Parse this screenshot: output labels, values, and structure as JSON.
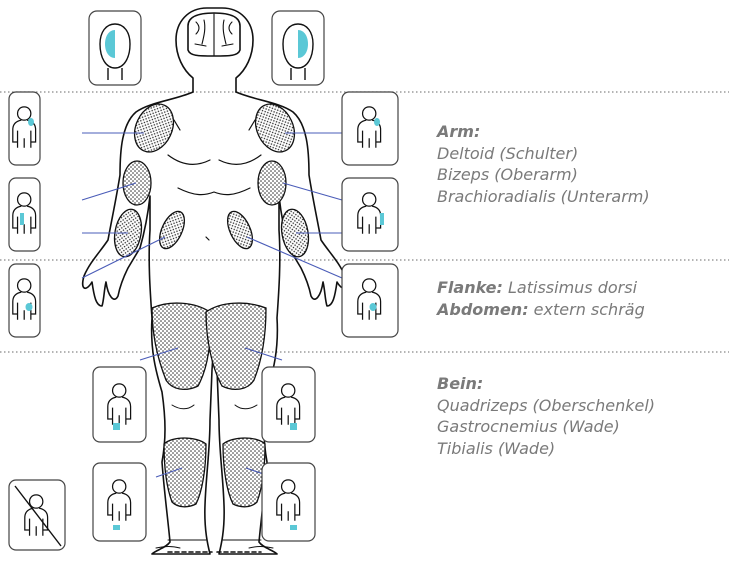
{
  "legend": {
    "arm": {
      "heading": "Arm:",
      "items": [
        "Deltoid (Schulter)",
        "Bizeps (Oberarm)",
        "Brachioradialis (Unterarm)"
      ]
    },
    "flank": {
      "flank_label": "Flanke:",
      "flank_text": " Latissimus dorsi",
      "abdomen_label": "Abdomen:",
      "abdomen_text": " extern schräg"
    },
    "leg": {
      "heading": "Bein:",
      "items": [
        "Quadrizeps (Oberschenkel)",
        "Gastrocnemius (Wade)",
        "Tibialis (Wade)"
      ]
    }
  },
  "colors": {
    "highlight": "#5bc8d6",
    "outline": "#111111",
    "leader_line": "#4a5cb8",
    "divider": "#888888",
    "text": "#7a7a7a",
    "thumbnail_border": "#444444"
  }
}
